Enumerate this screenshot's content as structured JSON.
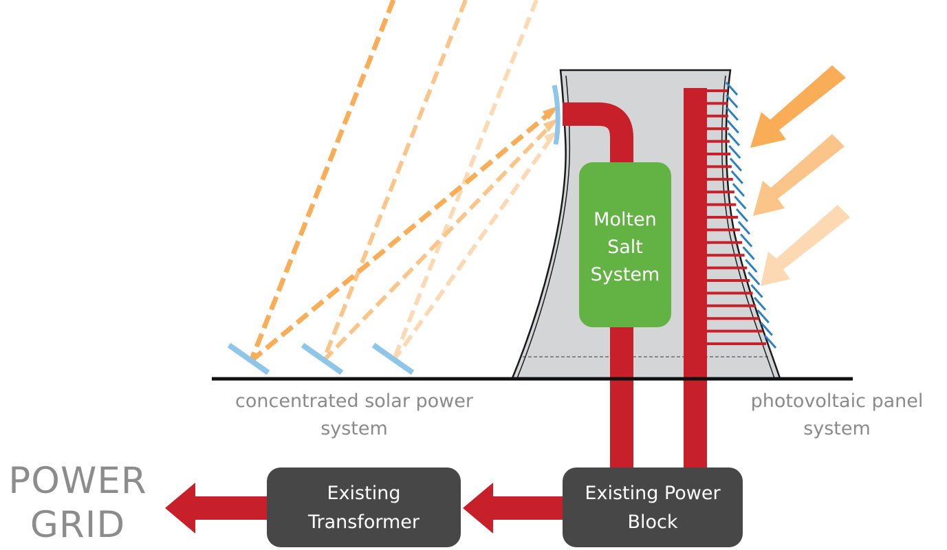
{
  "labels": {
    "csp_line1": "concentrated solar power",
    "csp_line2": "system",
    "pv_line1": "photovoltaic panel",
    "pv_line2": "system",
    "grid_line1": "POWER",
    "grid_line2": "GRID"
  },
  "boxes": {
    "molten_salt_line1": "Molten",
    "molten_salt_line2": "Salt",
    "molten_salt_line3": "System",
    "transformer_line1": "Existing",
    "transformer_line2": "Transformer",
    "power_block_line1": "Existing Power",
    "power_block_line2": "Block"
  },
  "colors": {
    "pipe_red": "#c8202a",
    "tower_gray": "#d4d5d6",
    "molten_salt_green": "#63b244",
    "dark_box": "#474747",
    "mirror_blue": "#8ec6ea",
    "pv_blue": "#2b7fc3",
    "sun_ray_orange": "#f9ad57",
    "label_gray": "#8a8a8a"
  }
}
